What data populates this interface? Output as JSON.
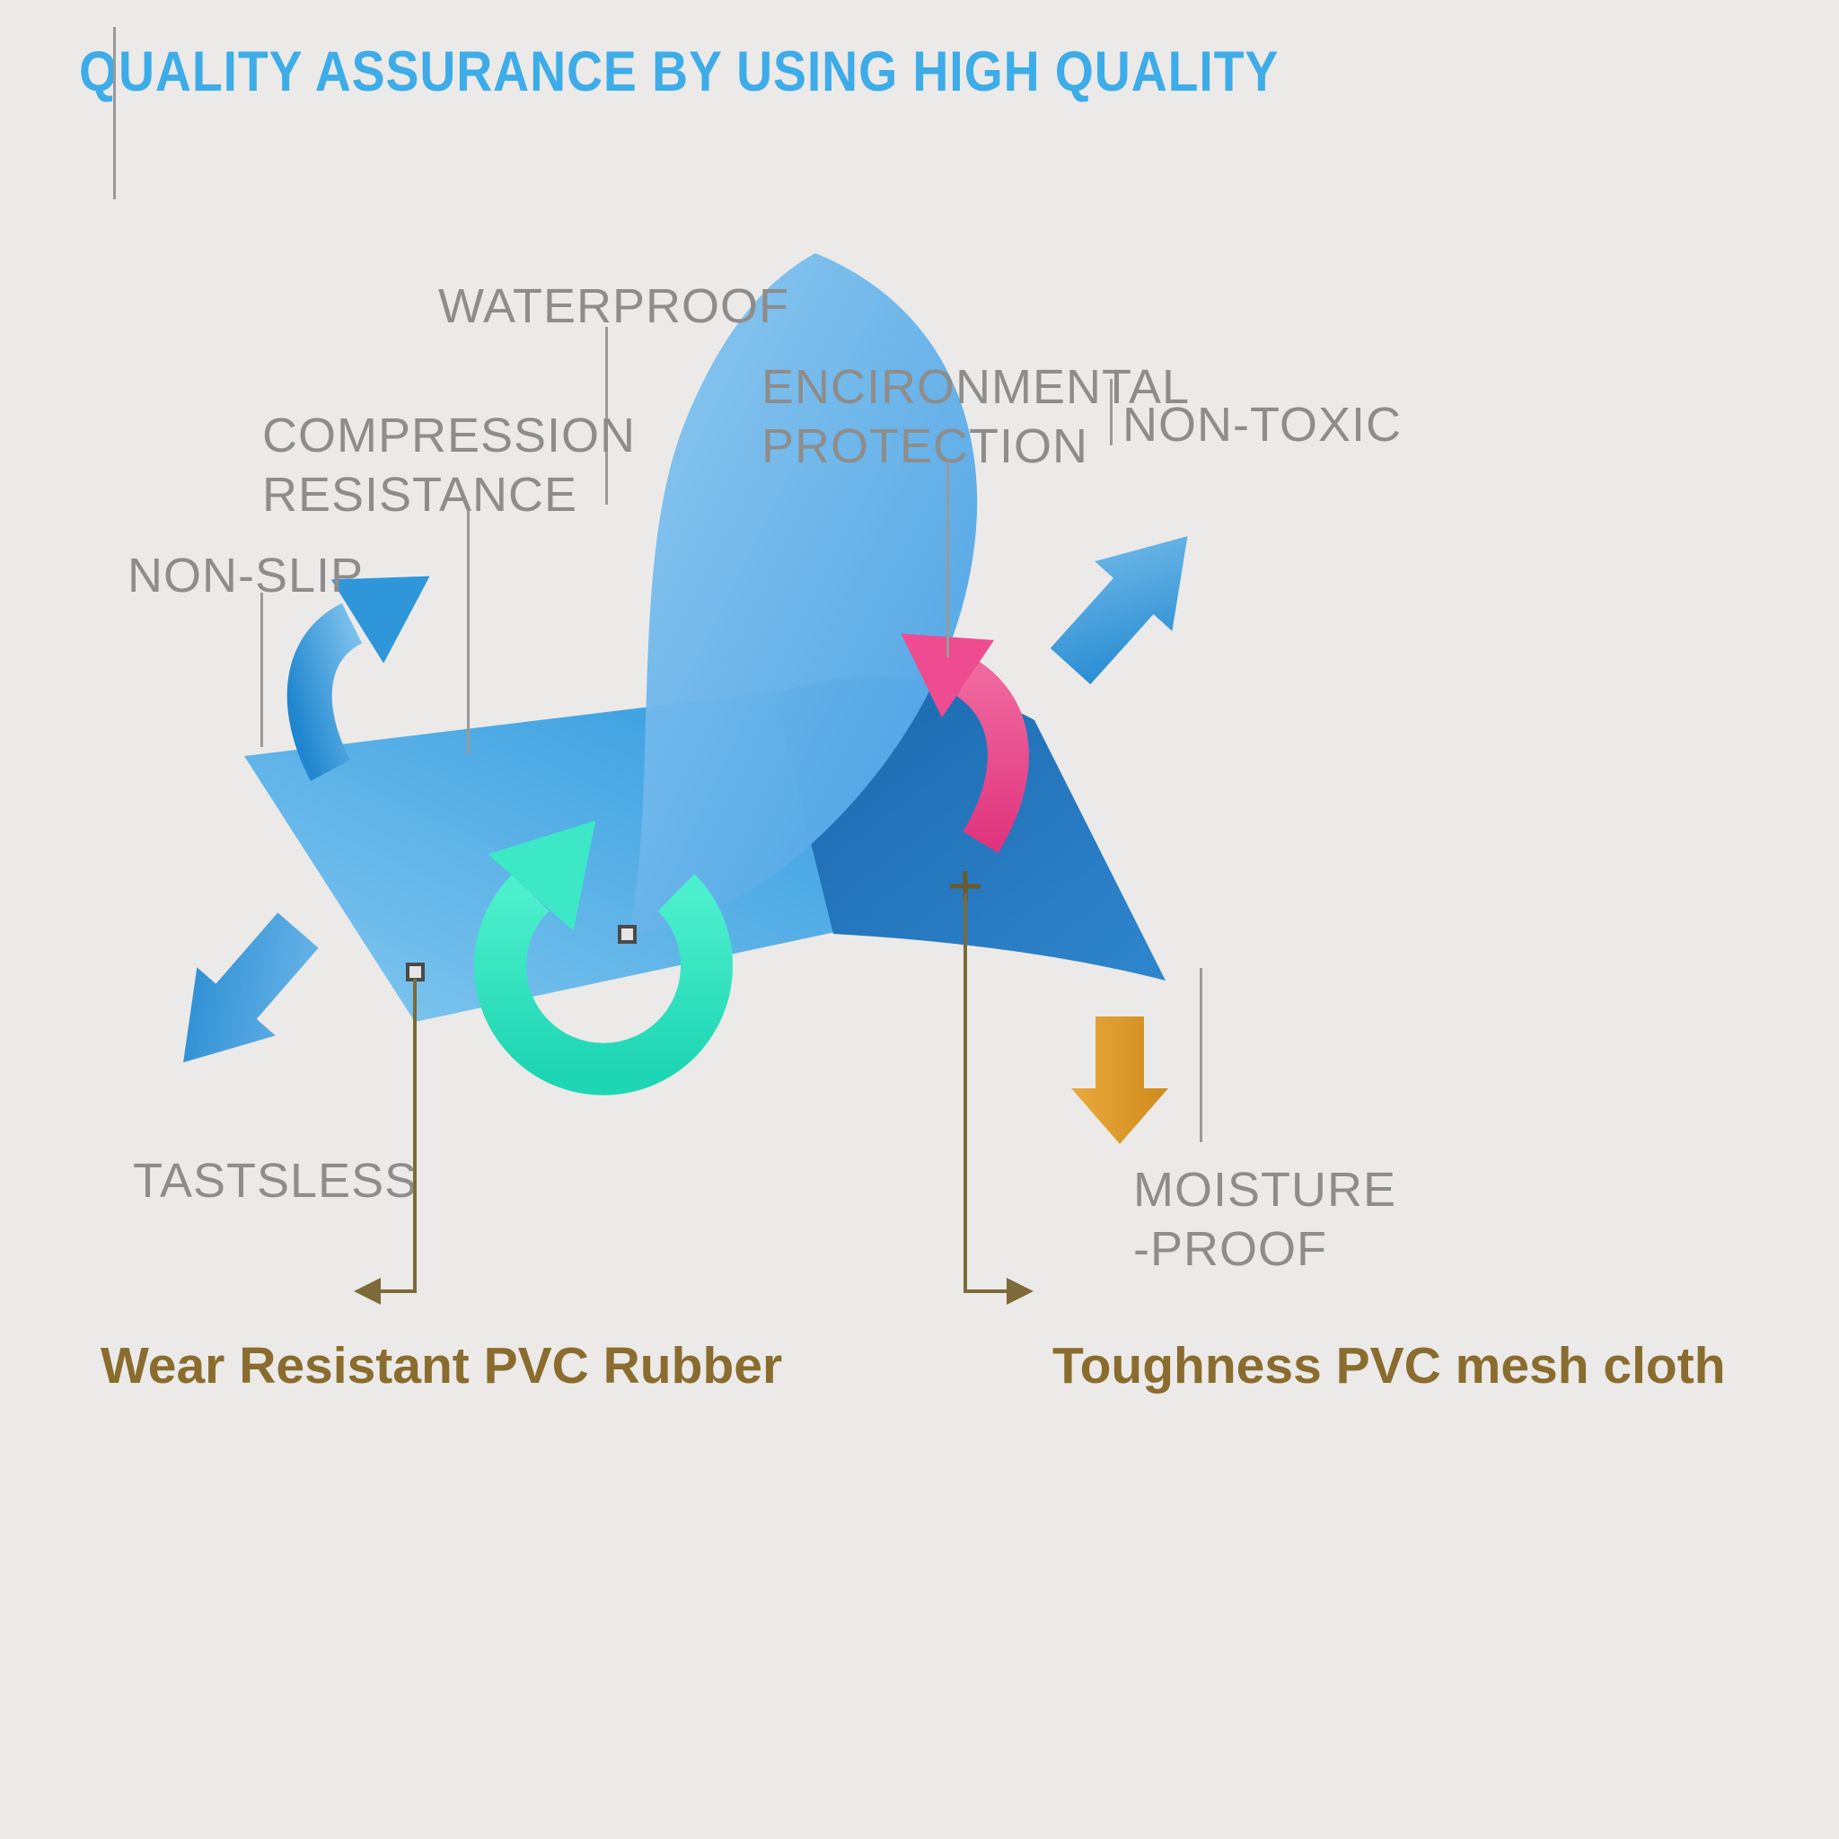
{
  "title": "QUALITY ASSURANCE BY USING HIGH QUALITY",
  "labels": {
    "waterproof": "WATERPROOF",
    "environmental1": "ENCIRONMENTAL",
    "environmental2": "PROTECTION",
    "non_toxic": "NON-TOXIC",
    "compression1": "COMPRESSION",
    "compression2": "RESISTANCE",
    "non_slip": "NON-SLIP",
    "tastsless": "TASTSLESS",
    "moisture1": "MOISTURE",
    "moisture2": "-PROOF"
  },
  "captions": {
    "wear_resistant": "Wear Resistant PVC Rubber",
    "toughness": "Toughness PVC mesh cloth"
  },
  "icons": [
    "curved-arrow-up-icon",
    "circular-rotate-arrow-icon",
    "pink-curved-arrow-icon",
    "block-arrow-up-right-icon",
    "block-arrow-down-left-icon",
    "block-arrow-down-icon"
  ],
  "colors": {
    "background": "#ebeae8",
    "title_blue": "#3dace8",
    "label_gray": "#8e8d8b",
    "caption_brown": "#8a6c2e",
    "leader_gray": "#9b9a98",
    "leader_brown": "#7c6a38",
    "mat_light_blue": "#55ace6",
    "mat_dark_blue": "#1c6fb6",
    "arrow_cyan": "#35e4c4",
    "arrow_pink": "#e8488e",
    "arrow_orange": "#dd9424"
  }
}
